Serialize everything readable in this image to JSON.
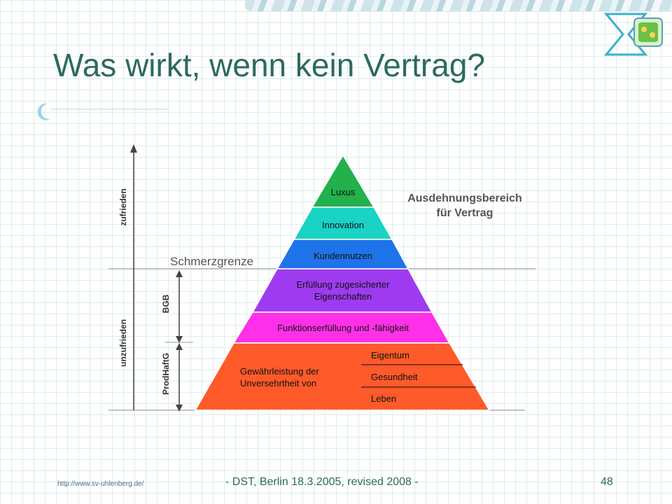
{
  "slide": {
    "title": "Was wirkt, wenn kein Vertrag?",
    "footer_url": "http://www.sv-uhlenberg.de/",
    "footer_center": "- DST, Berlin 18.3.2005, revised 2008 -",
    "page_number": "48"
  },
  "diagram": {
    "levels": [
      {
        "label": "Luxus",
        "color": "#22b14c"
      },
      {
        "label": "Innovation",
        "color": "#19d3c5"
      },
      {
        "label": "Kundennutzen",
        "color": "#1e73e8"
      },
      {
        "label_lines": [
          "Erfüllung zugesicherter",
          "Eigenschaften"
        ],
        "color": "#9e3bf0"
      },
      {
        "label": "Funktionserfüllung und -fähigkeit",
        "color": "#ff30e8"
      },
      {
        "label_lines": [
          "Gewährleistung der",
          "Unversehrtheit von"
        ],
        "color": "#ff5a2a"
      }
    ],
    "base_items": [
      "Eigentum",
      "Gesundheit",
      "Leben"
    ],
    "threshold_label": "Schmerzgrenze",
    "expansion_label_lines": [
      "Ausdehnungsbereich",
      "für Vertrag"
    ],
    "axis_upper_label": "zufrieden",
    "axis_lower_label": "unzufrieden",
    "bracket_upper_label": "BGB",
    "bracket_lower_label": "ProdHaftG"
  }
}
